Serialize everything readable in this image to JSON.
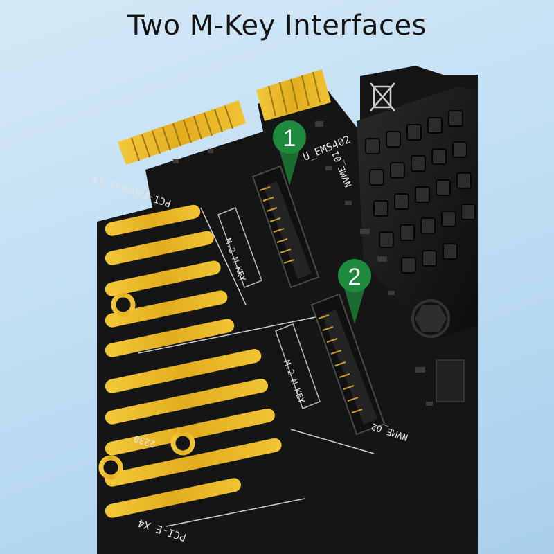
{
  "title": "Two M-Key Interfaces",
  "markers": [
    {
      "label": "1",
      "color": "#1e8a3c"
    },
    {
      "label": "2",
      "color": "#1e8a3c"
    }
  ],
  "silkscreen": {
    "bus": "PCI-Express X4",
    "chip": "U_EMS402",
    "slot1_label": "M.2 M KEY",
    "slot2_label": "M.2 M KEY",
    "nvme1": "NVME_01",
    "nvme2": "NVME_02",
    "size": "2230",
    "edge": "PCI-E X4"
  },
  "colors": {
    "board": "#141414",
    "gold": "#e8b82a",
    "background": "#bcdcf2"
  }
}
